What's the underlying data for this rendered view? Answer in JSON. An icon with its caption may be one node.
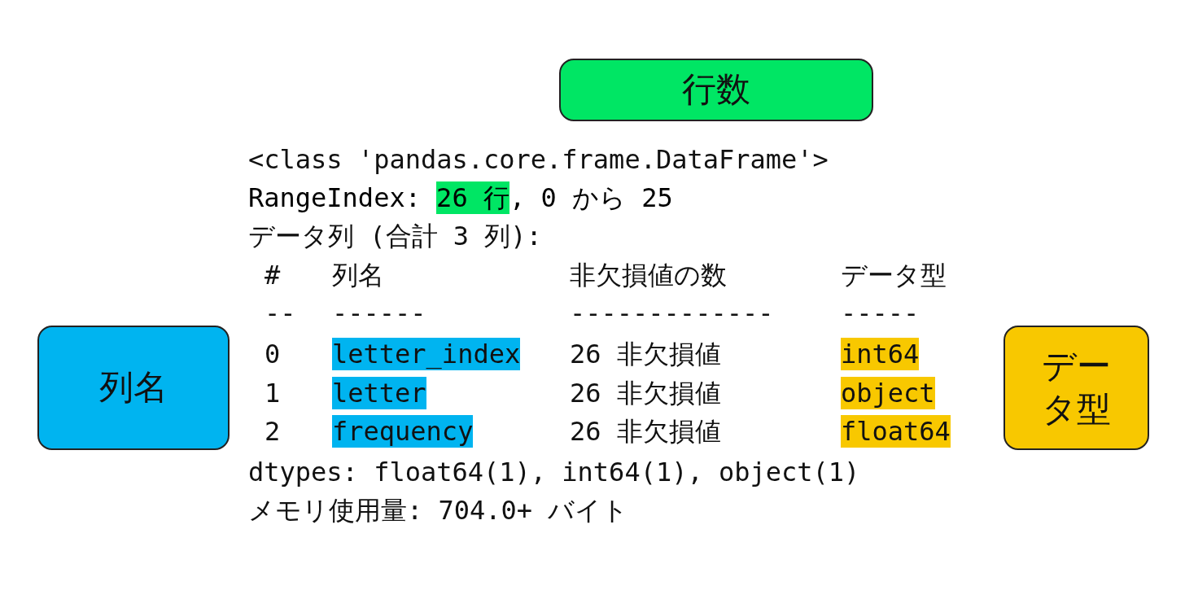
{
  "diagram": {
    "nodes": [
      {
        "text": [
          "行数"
        ]
      },
      {
        "text": [
          "列名"
        ]
      },
      {
        "text": [
          "データ型"
        ]
      }
    ],
    "labels": [
      "<class 'pandas.core.frame.DataFrame'>",
      "RangeIndex:",
      "26 行",
      ", 0 から 25",
      "データ列 (合計 3 列):",
      "#",
      "列名",
      "非欠損値の数",
      "データ型",
      "--",
      "------",
      "-------------",
      "-----",
      "0",
      "letter_index",
      "26 非欠損値",
      "int64",
      "1",
      "letter",
      "26 非欠損値",
      "object",
      "2",
      "frequency",
      "26 非欠損値",
      "float64",
      "dtypes: float64(1), int64(1), object(1)",
      "メモリ使用量: 704.0+ バイト"
    ]
  }
}
